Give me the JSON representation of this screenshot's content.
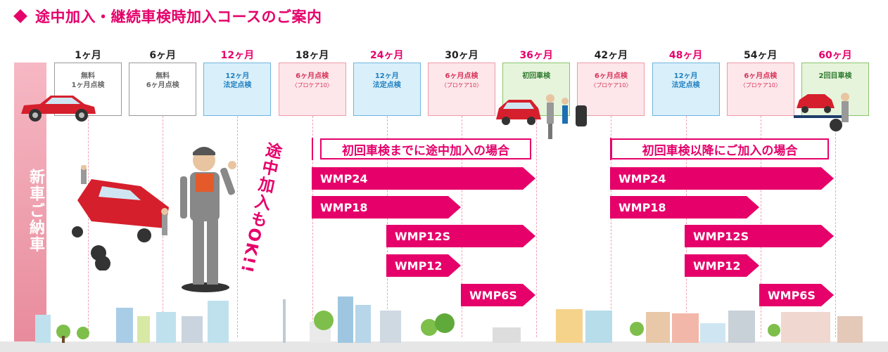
{
  "title": "途中加入・継続車検時加入コースのご案内",
  "timeline": [
    {
      "month": "1ヶ月",
      "line1": "無料",
      "line2": "1ヶ月点検",
      "sub": "",
      "style": "white",
      "accent": "#222222"
    },
    {
      "month": "6ヶ月",
      "line1": "無料",
      "line2": "6ヶ月点検",
      "sub": "",
      "style": "white",
      "accent": "#222222"
    },
    {
      "month": "12ヶ月",
      "line1": "12ヶ月",
      "line2": "法定点検",
      "sub": "",
      "style": "blue",
      "accent": "#e5006a"
    },
    {
      "month": "18ヶ月",
      "line1": "6ヶ月点検",
      "line2": "",
      "sub": "〈プロケア10〉",
      "style": "pink",
      "accent": "#222222"
    },
    {
      "month": "24ヶ月",
      "line1": "12ヶ月",
      "line2": "法定点検",
      "sub": "",
      "style": "blue",
      "accent": "#e5006a"
    },
    {
      "month": "30ヶ月",
      "line1": "6ヶ月点検",
      "line2": "",
      "sub": "〈プロケア10〉",
      "style": "pink",
      "accent": "#222222"
    },
    {
      "month": "36ヶ月",
      "line1": "初回車検",
      "line2": "",
      "sub": "",
      "style": "green",
      "accent": "#e5006a"
    },
    {
      "month": "42ヶ月",
      "line1": "6ヶ月点検",
      "line2": "",
      "sub": "〈プロケア10〉",
      "style": "pink",
      "accent": "#222222"
    },
    {
      "month": "48ヶ月",
      "line1": "12ヶ月",
      "line2": "法定点検",
      "sub": "",
      "style": "blue",
      "accent": "#e5006a"
    },
    {
      "month": "54ヶ月",
      "line1": "6ヶ月点検",
      "line2": "",
      "sub": "〈プロケア10〉",
      "style": "pink",
      "accent": "#222222"
    },
    {
      "month": "60ヶ月",
      "line1": "2回目車検",
      "line2": "",
      "sub": "",
      "style": "green",
      "accent": "#e5006a"
    }
  ],
  "left_bar_label": "新車ご納車",
  "ok_label": "途中加入もOK!!",
  "case1": {
    "label": "初回車検までに途中加入の場合"
  },
  "case2": {
    "label": "初回車検以降にご加入の場合"
  },
  "plans_case1": [
    "WMP24",
    "WMP18",
    "WMP12S",
    "WMP12",
    "WMP6S"
  ],
  "plans_case2": [
    "WMP24",
    "WMP18",
    "WMP12S",
    "WMP12",
    "WMP6S"
  ],
  "colors": {
    "accent": "#e5006a",
    "blue": "#1e7fbf",
    "green": "#2e7a2e"
  }
}
